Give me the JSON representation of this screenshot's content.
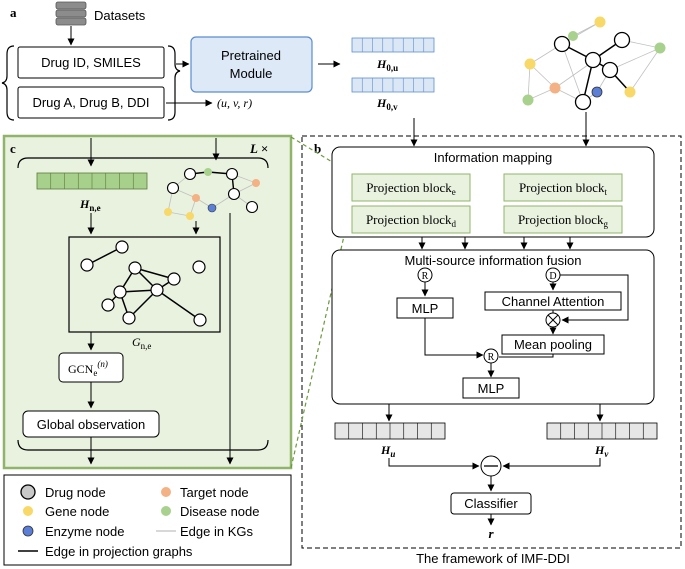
{
  "panel_labels": {
    "a": "a",
    "b": "b",
    "c": "c"
  },
  "top": {
    "datasets": "Datasets",
    "drug_id_smiles": "Drug ID, SMILES",
    "drug_pair": "Drug A, Drug B, DDI",
    "triple": "(u, v, r)",
    "pretrained_line1": "Pretrained",
    "pretrained_line2": "Module",
    "h0u_main": "H",
    "h0u_sub": "0,u",
    "h0v_main": "H",
    "h0v_sub": "0,v"
  },
  "panel_c": {
    "layers": "L ×",
    "hne_main": "H",
    "hne_sub": "n,e",
    "gne_main": "G",
    "gne_sub": "n,e",
    "gcn_main": "GCN",
    "gcn_sub": "e",
    "gcn_sup": "(n)",
    "global_observation": "Global observation"
  },
  "panel_b": {
    "information_mapping": "Information mapping",
    "proj_e": "Projection block",
    "proj_e_sub": "e",
    "proj_t": "Projection block",
    "proj_t_sub": "t",
    "proj_d": "Projection block",
    "proj_d_sub": "d",
    "proj_g": "Projection block",
    "proj_g_sub": "g",
    "fusion_title": "Multi-source information fusion",
    "r_symbol": "R",
    "d_symbol": "D",
    "mlp1": "MLP",
    "mlp2": "MLP",
    "channel_attention": "Channel Attention",
    "mean_pooling": "Mean pooling",
    "hu_main": "H",
    "hu_sub": "u",
    "hv_main": "H",
    "hv_sub": "v",
    "classifier": "Classifier",
    "output_r": "r",
    "caption": "The framework of IMF-DDI"
  },
  "legend": {
    "drug_node": "Drug node",
    "gene_node": "Gene node",
    "enzyme_node": "Enzyme node",
    "target_node": "Target node",
    "disease_node": "Disease node",
    "edge_kg": "Edge in KGs",
    "edge_projection": "Edge in projection graphs"
  },
  "colors": {
    "blue_box": "#dde9f7",
    "blue_border": "#5b8ed0",
    "green_panel": "#e9f2df",
    "green_border": "#8fb46a",
    "green_box": "#e9f2df",
    "green_vec": "#a8d08d",
    "blue_vec": "#dce7f6",
    "gray_vec": "#e6e6e6",
    "gene": "#f8d866",
    "target": "#f4b183",
    "disease": "#a9d18e",
    "enzyme": "#5b7fd6",
    "drug_gray": "#c8c8c8"
  }
}
